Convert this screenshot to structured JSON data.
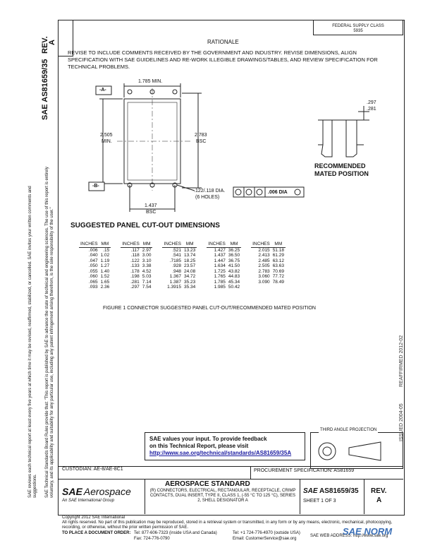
{
  "header": {
    "rev_label": "REV.",
    "rev_value": "A",
    "doc_vertical": "AS81659/35",
    "sae_vertical": "SAE",
    "fed_box": "FEDERAL SUPPLY CLASS 5935"
  },
  "left_notice": {
    "line1": "SAE Technical Standards Board Rules provide that: \"This report is published by SAE to advance the state of technical and engineering sciences. The use of this report is entirely",
    "line2": "voluntary, and its applicability and suitability for any particular use, including any patent infringement arising therefrom, is the sole responsibility of the user.\"",
    "line3": "SAE reviews each technical report at least every five years at which time it may be revised, reaffirmed, stabilized, or cancelled. SAE invites your written comments and",
    "line4": "suggestions."
  },
  "right_vertical": {
    "text1": "REAFFIRMED 2012-02",
    "text2": "ISSUED 2004-05"
  },
  "rationale": {
    "title": "RATIONALE",
    "body": "REVISE TO INCLUDE COMMENTS RECEIVED BY THE GOVERNMENT AND INDUSTRY. REVISE DIMENSIONS, ALIGN SPECIFICATION WITH SAE GUIDELINES AND RE-WORK ILLEGIBLE DRAWINGS/TABLES, AND REVIEW SPECIFICATION FOR TECHNICAL PROBLEMS."
  },
  "drawing": {
    "datum_a": "-A-",
    "datum_b": "-B-",
    "dim_top": "1.785 MIN.",
    "dim_left_1": "2.505",
    "dim_left_2": "MIN.",
    "dim_right_1": "2.783",
    "dim_right_2": "BSC",
    "dim_bottom_1": "1.437",
    "dim_bottom_2": "BSC",
    "holes_1": ".122/.118 DIA.",
    "holes_2": "(6 HOLES)",
    "tolerance": ".006 DIA",
    "mated_dim_1": ".297",
    "mated_dim_2": ".281",
    "mated_title_1": "RECOMMENDED",
    "mated_title_2": "MATED POSITION"
  },
  "table": {
    "title": "SUGGESTED PANEL CUT-OUT DIMENSIONS",
    "headers": [
      "INCHES",
      "MM",
      "INCHES",
      "MM",
      "INCHES",
      "MM",
      "INCHES",
      "MM",
      "INCHES",
      "MM"
    ],
    "rows": [
      [
        ".006",
        ".15",
        ".117",
        "2.97",
        ".521",
        "13.23",
        "1.427",
        "36.25",
        "2.015",
        "51.18"
      ],
      [
        ".040",
        "1.02",
        ".118",
        "3.00",
        ".541",
        "13.74",
        "1.437",
        "36.50",
        "2.413",
        "61.29"
      ],
      [
        ".047",
        "1.19",
        ".122",
        "3.10",
        ".7185",
        "18.25",
        "1.447",
        "36.75",
        "2.485",
        "63.12"
      ],
      [
        ".050",
        "1.27",
        ".133",
        "3.38",
        ".928",
        "23.57",
        "1.634",
        "41.50",
        "2.505",
        "63.63"
      ],
      [
        ".055",
        "1.40",
        ".178",
        "4.52",
        ".948",
        "24.08",
        "1.725",
        "43.82",
        "2.783",
        "70.69"
      ],
      [
        ".060",
        "1.52",
        ".198",
        "5.03",
        "1.367",
        "34.72",
        "1.765",
        "44.83",
        "3.060",
        "77.72"
      ],
      [
        ".065",
        "1.65",
        ".281",
        "7.14",
        "1.387",
        "35.23",
        "1.785",
        "45.34",
        "3.090",
        "78.49"
      ],
      [
        ".093",
        "2.36",
        ".297",
        "7.54",
        "1.3915",
        "35.34",
        "1.985",
        "50.42",
        "",
        ""
      ]
    ]
  },
  "figure_caption": "FIGURE 1   CONNECTOR SUGGESTED PANEL CUT-OUT/RECOMMENDED MATED POSITION",
  "projection_label": "THIRD ANGLE PROJECTION",
  "feedback": {
    "line1": "SAE values your input. To provide feedback",
    "line2": "on this Technical Report, please visit",
    "link": "http://www.sae.org/technical/standards/AS81659/35A"
  },
  "custodian": "CUSTODIAN: AE-8/AE-8C1",
  "procurement": "PROCUREMENT SPECIFICATION: AS81659",
  "title_block": {
    "logo_sae": "SAE",
    "logo_aero": "Aerospace",
    "logo_sub": "An SAE International Group",
    "standard": "AEROSPACE STANDARD",
    "desc": "(R) CONNECTORS, ELECTRICAL, RECTANGULAR, RECEPTACLE, CRIMP CONTACTS, DUAL INSERT, TYPE II, CLASS 1, (-55 °C TO 125 °C), SERIES 2, SHELL DESIGNATOR A",
    "doc_sae": "SAE",
    "doc_no": "AS81659/35",
    "sheet": "SHEET 1 OF 3",
    "rev_label": "REV.",
    "rev_value": "A"
  },
  "footer": {
    "copyright": "Copyright 2012 SAE International",
    "rights": "All rights reserved. No part of this publication may be reproduced, stored in a retrieval system or transmitted, in any form or by any means, electronic, mechanical, photocopying, recording, or otherwise, without the prior written permission of SAE.",
    "order_label": "TO PLACE A DOCUMENT ORDER:",
    "tel1": "Tel: 877-606-7323 (inside USA and Canada)",
    "fax": "Fax: 724-776-0790",
    "tel2": "Tel: +1 724-776-4970 (outside USA)",
    "email": "Email: CustomerService@sae.org",
    "web": "SAE WEB ADDRESS: http://www.sae.org",
    "watermark": "SAE NORM"
  }
}
